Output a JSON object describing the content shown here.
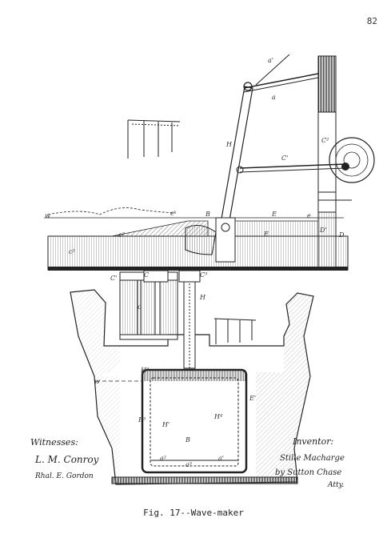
{
  "page_number": "82",
  "caption": "Fig. 17--Wave-maker",
  "witnesses": {
    "heading": "Witnesses:",
    "signatures": [
      "L. M. Conroy",
      "Rhal. E. Gordon"
    ]
  },
  "inventor": {
    "heading": "Inventor:",
    "signatures": [
      "Stille Macharge",
      "by Sutton Chase",
      "Atty."
    ]
  },
  "labels": {
    "a_prime": "a'",
    "a": "a",
    "c2": "C²",
    "H_upper": "H",
    "c_prime_upper": "C'",
    "w_left": "w",
    "e_prime": "e'",
    "B_upper": "B",
    "E_upper": "E",
    "e_wall": "e",
    "D_prime": "D'",
    "D": "D",
    "e2": "e²",
    "c3": "c³",
    "E_lower_upper": "E",
    "c_prime_lower": "C'",
    "c_lower": "C",
    "c3_lower": "C³",
    "c_small": "c",
    "H_lower": "H",
    "w_lower": "w",
    "H3": "H³",
    "E_prime": "E'",
    "E3": "E³",
    "H_prime": "H'",
    "H4": "H⁴",
    "B_tank": "B",
    "a2": "a²",
    "a3": "a³",
    "a_small": "a'"
  }
}
